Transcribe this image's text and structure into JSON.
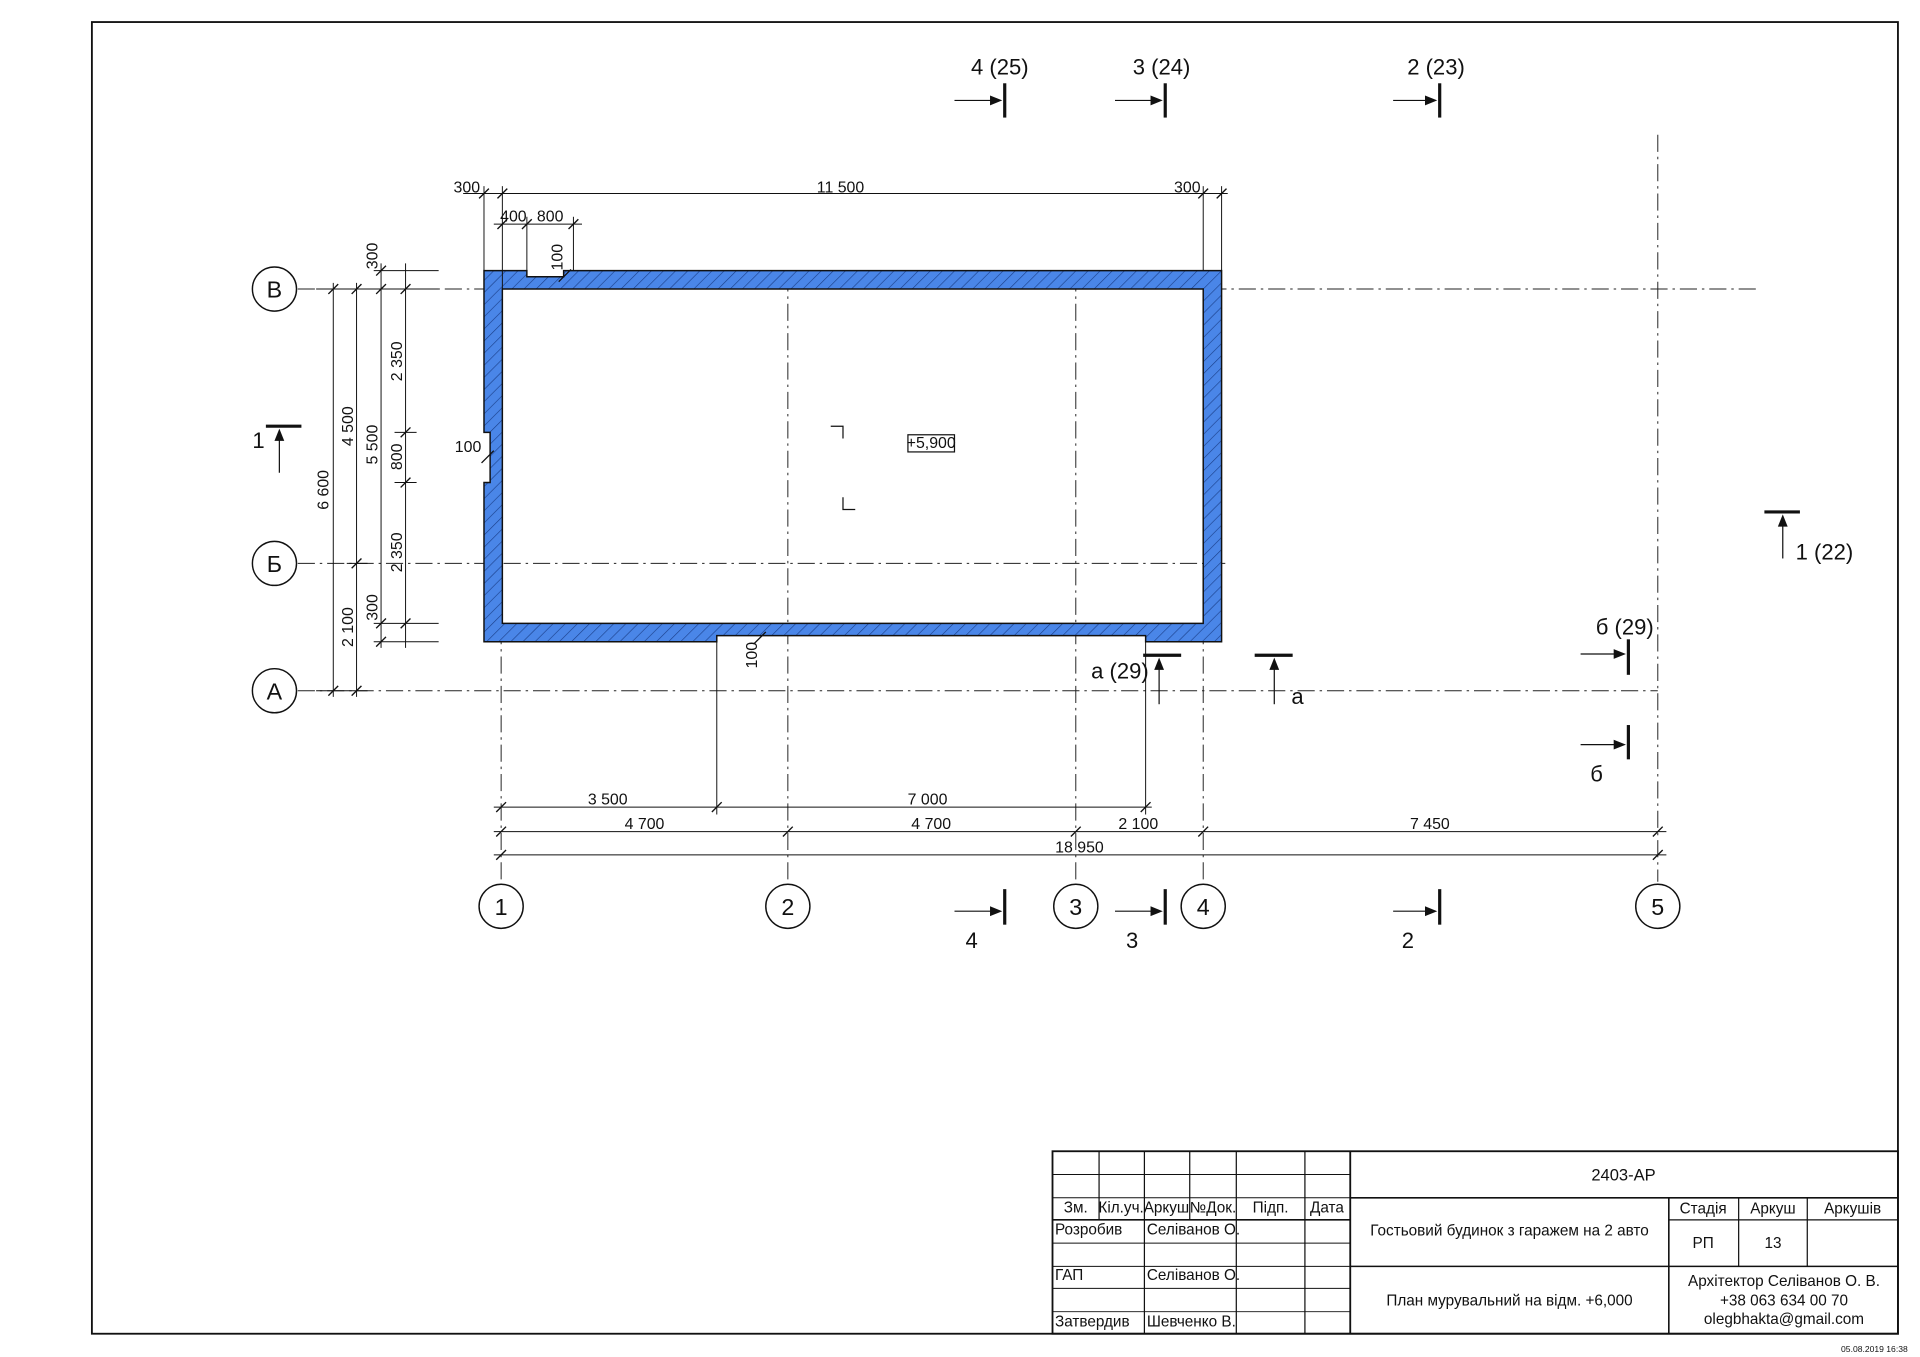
{
  "plan": {
    "elevation_mark": "+5,900",
    "axes_letters": [
      "В",
      "Б",
      "А"
    ],
    "axes_numbers": [
      "1",
      "2",
      "3",
      "4",
      "5"
    ],
    "dims_top": {
      "d300_left": "300",
      "d11500": "11 500",
      "d300_right": "300",
      "d400": "400",
      "d800": "800",
      "d100_top": "100"
    },
    "dims_left": {
      "d300_top": "300",
      "d2350_top": "2 350",
      "d4500": "4 500",
      "d5500": "5 500",
      "d800": "800",
      "d6600": "6 600",
      "d2350_bottom": "2 350",
      "d300_bottom": "300",
      "d2100": "2 100",
      "d100_left": "100"
    },
    "dims_bottom": {
      "d100_bottom": "100",
      "d3500": "3 500",
      "d7000": "7 000",
      "d4700_a": "4 700",
      "d4700_b": "4 700",
      "d2100": "2 100",
      "d7450": "7 450",
      "d18950": "18 950"
    },
    "sections": {
      "s4_25": "4 (25)",
      "s3_24": "3 (24)",
      "s2_23": "2 (23)",
      "s1_left": "1",
      "s1_22": "1 (22)",
      "s6_29": "б (29)",
      "sa_29": "а (29)",
      "sa": "а",
      "s6": "б",
      "s4": "4",
      "s3": "3",
      "s2": "2"
    }
  },
  "title_block": {
    "code": "2403-АР",
    "headers": [
      "Зм.",
      "Кіл.уч.",
      "Аркуш",
      "№Док.",
      "Підп.",
      "Дата"
    ],
    "roles": [
      {
        "role": "Розробив",
        "name": "Селіванов О."
      },
      {
        "role": "ГАП",
        "name": "Селіванов О."
      },
      {
        "role": "Затвердив",
        "name": "Шевченко В."
      }
    ],
    "project": "Гостьовий будинок з гаражем на 2 авто",
    "sheet_title": "План мурувальний на відм. +6,000",
    "stage_label": "Стадія",
    "sheet_label": "Аркуш",
    "sheets_label": "Аркушів",
    "stage_value": "РП",
    "sheet_value": "13",
    "author": "Архітектор Селіванов О. В.",
    "phone": "+38 063 634 00 70",
    "email": "olegbhakta@gmail.com"
  },
  "timestamp": "05.08.2019 16:38",
  "colors": {
    "wall_fill": "#4a86e8",
    "hatch": "#1a3f8a",
    "line": "#111111"
  }
}
